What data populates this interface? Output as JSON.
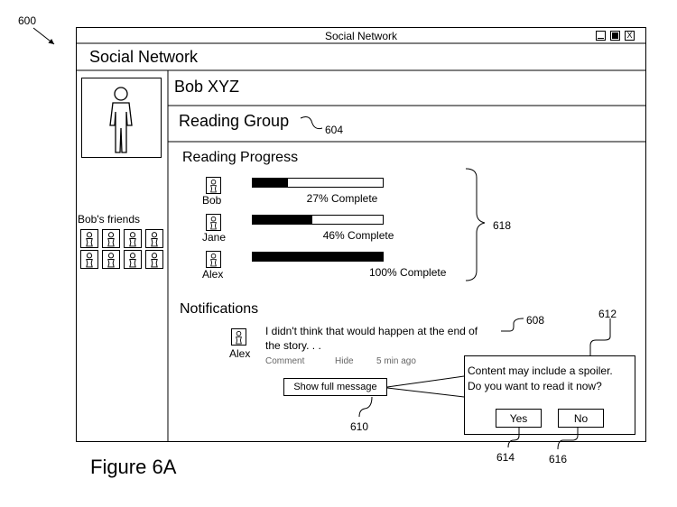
{
  "figure": {
    "number": "600",
    "caption": "Figure 6A"
  },
  "window": {
    "title": "Social Network",
    "close_label": "X",
    "app_header": "Social Network"
  },
  "sidebar": {
    "friends_label": "Bob's friends",
    "friends_count": 8
  },
  "profile": {
    "name": "Bob XYZ",
    "group": "Reading Group",
    "group_ref": "604"
  },
  "progress": {
    "title": "Reading Progress",
    "ref": "618",
    "members": [
      {
        "name": "Bob",
        "percent": 27,
        "label": "27% Complete"
      },
      {
        "name": "Jane",
        "percent": 46,
        "label": "46% Complete"
      },
      {
        "name": "Alex",
        "percent": 100,
        "label": "100% Complete"
      }
    ]
  },
  "notifications": {
    "title": "Notifications",
    "author": "Alex",
    "text_line1": "I didn't think that would happen at the end of",
    "text_line2": "the story. . .",
    "text_ref": "608",
    "actions": {
      "comment": "Comment",
      "hide": "Hide",
      "time": "5 min ago"
    },
    "show_full_label": "Show full message",
    "show_full_ref": "610"
  },
  "spoiler_dialog": {
    "ref": "612",
    "line1": "Content may include a spoiler.",
    "line2": "Do you want to read it now?",
    "yes_label": "Yes",
    "yes_ref": "614",
    "no_label": "No",
    "no_ref": "616"
  }
}
